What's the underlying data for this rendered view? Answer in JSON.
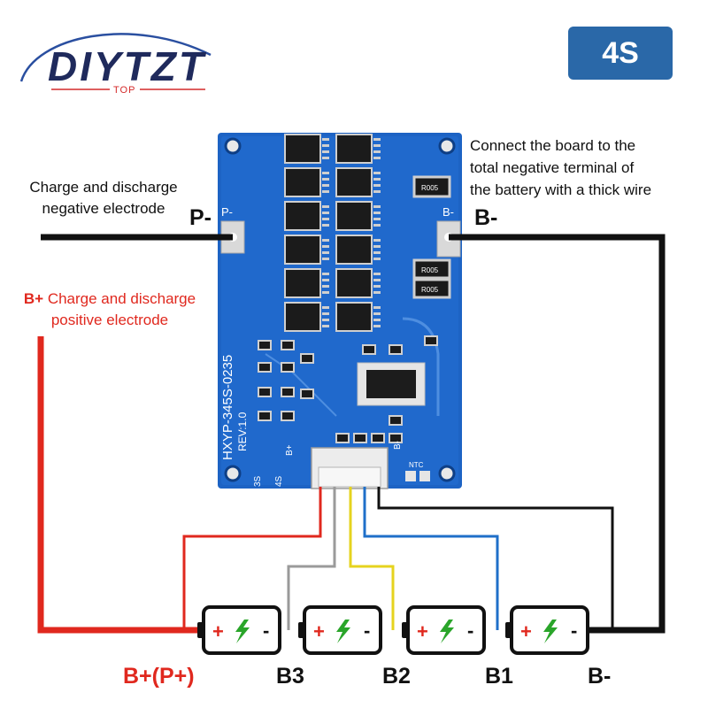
{
  "brand": {
    "name": "DIYTZT",
    "sub": "TOP"
  },
  "badge": "4S",
  "notes": {
    "right_lines": [
      "Connect the board to the",
      "total negative terminal of",
      "the battery with a thick wire"
    ],
    "left_lines": [
      "Charge and discharge",
      "negative electrode"
    ],
    "red_prefix": "B+",
    "red_line1": " Charge and discharge",
    "red_line2": "positive electrode"
  },
  "labels": {
    "p_minus": "P-",
    "b_minus_top": "B-",
    "pcb_p": "P-",
    "pcb_b": "B-",
    "pcb_b_plus": "B+",
    "pcb_b_minus_small": "B-",
    "pcb_3s": "3S",
    "pcb_4s": "4S",
    "pcb_ntc": "NTC",
    "model": "HXYP-345S-0235",
    "rev": "REV:1.0",
    "resistors": [
      "R005",
      "R005",
      "R005"
    ]
  },
  "bottom_labels": [
    "B+(P+)",
    "B3",
    "B2",
    "B1",
    "B-"
  ],
  "battery": {
    "plus": "+",
    "minus": "-"
  },
  "colors": {
    "pcb": "#1d63c4",
    "wire_black": "#111111",
    "wire_red": "#e0281e",
    "wire_gray": "#9a9a9a",
    "wire_yellow": "#e6d31e",
    "wire_blue": "#1f6fc9",
    "badge": "#2a68a8",
    "logo": "#1f2a5c"
  }
}
